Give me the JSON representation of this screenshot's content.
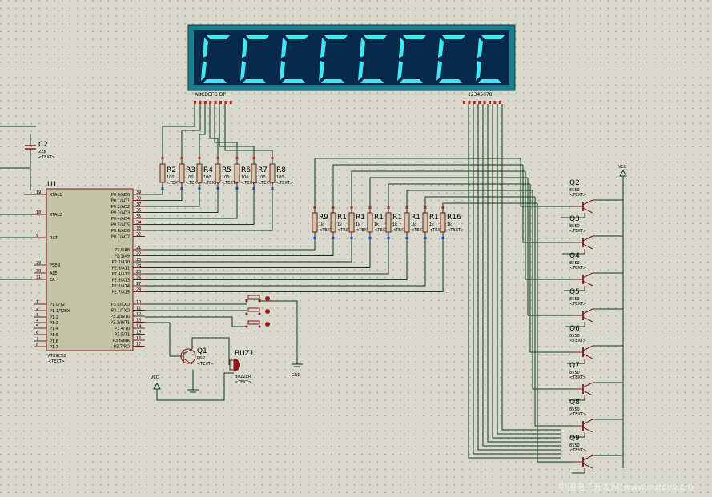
{
  "display": {
    "digits": [
      "C",
      "C",
      "C",
      "C",
      "C",
      "C",
      "C",
      "C"
    ],
    "segment_pins_label": "ABCDEFG DP",
    "digit_pins_label": "12345678",
    "colors": {
      "frame": "#1b7e8c",
      "face": "#072a4a",
      "segment": "#43e6f5"
    }
  },
  "mcu": {
    "ref": "U1",
    "part": "AT89C52",
    "left_pins": [
      {
        "num": "19",
        "name": "XTAL1"
      },
      {
        "num": "18",
        "name": "XTAL2"
      },
      {
        "num": "9",
        "name": "RST"
      },
      {
        "num": "29",
        "name": "PSEN"
      },
      {
        "num": "30",
        "name": "ALE"
      },
      {
        "num": "31",
        "name": "EA"
      },
      {
        "num": "1",
        "name": "P1.0/T2"
      },
      {
        "num": "2",
        "name": "P1.1/T2EX"
      },
      {
        "num": "3",
        "name": "P1.2"
      },
      {
        "num": "4",
        "name": "P1.3"
      },
      {
        "num": "5",
        "name": "P1.4"
      },
      {
        "num": "6",
        "name": "P1.5"
      },
      {
        "num": "7",
        "name": "P1.6"
      },
      {
        "num": "8",
        "name": "P1.7"
      }
    ],
    "right_pins": [
      {
        "num": "39",
        "name": "P0.0/AD0"
      },
      {
        "num": "38",
        "name": "P0.1/AD1"
      },
      {
        "num": "37",
        "name": "P0.2/AD2"
      },
      {
        "num": "36",
        "name": "P0.3/AD3"
      },
      {
        "num": "35",
        "name": "P0.4/AD4"
      },
      {
        "num": "34",
        "name": "P0.5/AD5"
      },
      {
        "num": "33",
        "name": "P0.6/AD6"
      },
      {
        "num": "32",
        "name": "P0.7/AD7"
      },
      {
        "num": "21",
        "name": "P2.0/A8"
      },
      {
        "num": "22",
        "name": "P2.1/A9"
      },
      {
        "num": "23",
        "name": "P2.2/A10"
      },
      {
        "num": "24",
        "name": "P2.3/A11"
      },
      {
        "num": "25",
        "name": "P2.4/A12"
      },
      {
        "num": "26",
        "name": "P2.5/A13"
      },
      {
        "num": "27",
        "name": "P2.6/A14"
      },
      {
        "num": "28",
        "name": "P2.7/A15"
      },
      {
        "num": "10",
        "name": "P3.0/RXD"
      },
      {
        "num": "11",
        "name": "P3.1/TXD"
      },
      {
        "num": "12",
        "name": "P3.2/INT0"
      },
      {
        "num": "13",
        "name": "P3.3/INT1"
      },
      {
        "num": "14",
        "name": "P3.4/T0"
      },
      {
        "num": "15",
        "name": "P3.5/T1"
      },
      {
        "num": "16",
        "name": "P3.6/WR"
      },
      {
        "num": "17",
        "name": "P3.7/RD"
      }
    ]
  },
  "capacitor": {
    "ref": "C2",
    "value": "22p",
    "text": "<TEXT>"
  },
  "segment_resistors": [
    {
      "ref": "R2",
      "value": "100"
    },
    {
      "ref": "R3",
      "value": "100"
    },
    {
      "ref": "R4",
      "value": "100"
    },
    {
      "ref": "R5",
      "value": "100"
    },
    {
      "ref": "R6",
      "value": "100"
    },
    {
      "ref": "R7",
      "value": "100"
    },
    {
      "ref": "R8",
      "value": "100"
    }
  ],
  "digit_resistors": [
    {
      "ref": "R9",
      "value": "1k"
    },
    {
      "ref": "R1",
      "value": "1k"
    },
    {
      "ref": "R1",
      "value": "1k"
    },
    {
      "ref": "R1",
      "value": "1k"
    },
    {
      "ref": "R1",
      "value": "1k"
    },
    {
      "ref": "R1",
      "value": "1k"
    },
    {
      "ref": "R1",
      "value": "1k"
    },
    {
      "ref": "R16",
      "value": "1k"
    }
  ],
  "digit_transistors": [
    {
      "ref": "Q2",
      "value": "8550"
    },
    {
      "ref": "Q3",
      "value": "8550"
    },
    {
      "ref": "Q4",
      "value": "8550"
    },
    {
      "ref": "Q5",
      "value": "8550"
    },
    {
      "ref": "Q6",
      "value": "8550"
    },
    {
      "ref": "Q7",
      "value": "8550"
    },
    {
      "ref": "Q8",
      "value": "8550"
    },
    {
      "ref": "Q9",
      "value": "8550"
    }
  ],
  "buzzer_driver": {
    "ref": "Q1",
    "value": "PNP"
  },
  "buzzer": {
    "ref": "BUZ1",
    "value": "BUZZER"
  },
  "power": {
    "vcc_label": "VCC",
    "gnd_label": "GND"
  },
  "text_placeholder": "<TEXT>",
  "watermark": "中国电子开发网(www.ourdev.cn)"
}
